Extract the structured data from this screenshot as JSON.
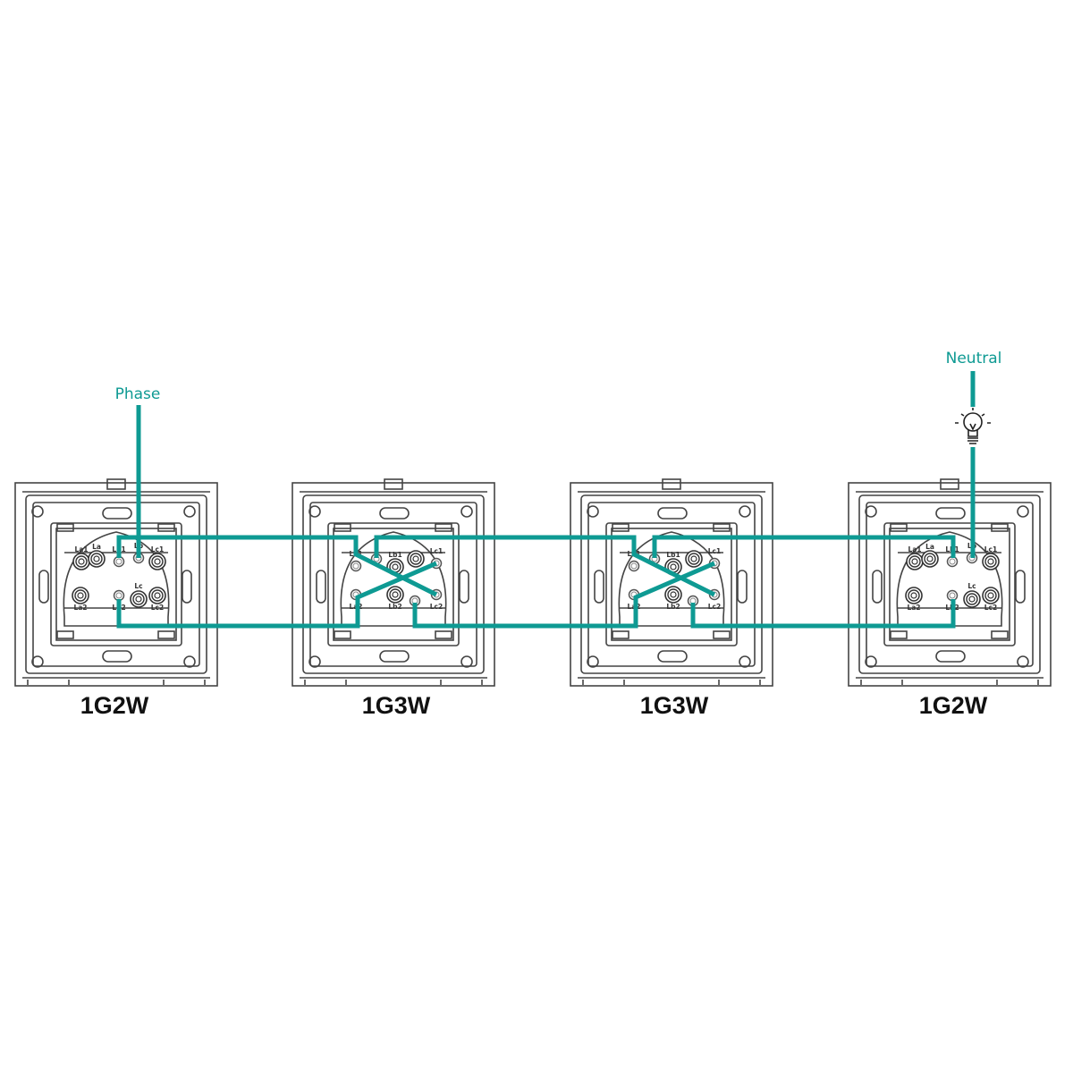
{
  "labels": {
    "phase": "Phase",
    "neutral": "Neutral"
  },
  "wire_color": "#0e9a93",
  "switches": [
    {
      "model": "1G2W",
      "type": "2way"
    },
    {
      "model": "1G3W",
      "type": "3way"
    },
    {
      "model": "1G3W",
      "type": "3way"
    },
    {
      "model": "1G2W",
      "type": "2way"
    }
  ],
  "terminals_2way": [
    "La1",
    "La",
    "Lb1",
    "Lb",
    "Lc1",
    "La2",
    "Lb2",
    "Lc",
    "Lc2"
  ],
  "terminals_3way": [
    "La1",
    "",
    "Lb1",
    "",
    "Lc1",
    "La2",
    "Lb2",
    "",
    "Lc2"
  ],
  "icons": {
    "bulb": "light-bulb-icon"
  }
}
